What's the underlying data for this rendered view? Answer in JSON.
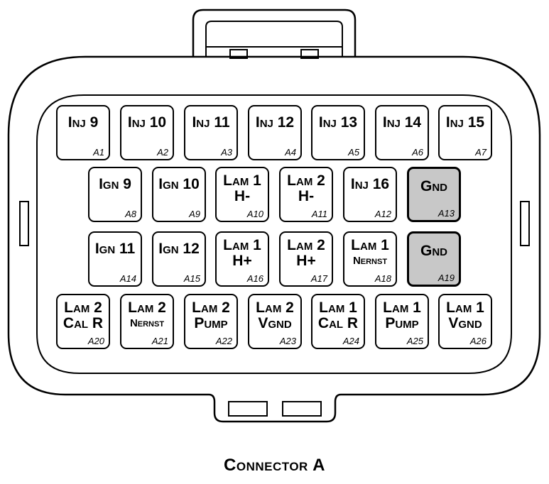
{
  "caption": "Connector A",
  "pins": [
    {
      "id": "A1",
      "line1": "Inj 9",
      "line2": "",
      "style": "normal"
    },
    {
      "id": "A2",
      "line1": "Inj 10",
      "line2": "",
      "style": "normal"
    },
    {
      "id": "A3",
      "line1": "Inj 11",
      "line2": "",
      "style": "normal"
    },
    {
      "id": "A4",
      "line1": "Inj 12",
      "line2": "",
      "style": "normal"
    },
    {
      "id": "A5",
      "line1": "Inj 13",
      "line2": "",
      "style": "normal"
    },
    {
      "id": "A6",
      "line1": "Inj 14",
      "line2": "",
      "style": "normal"
    },
    {
      "id": "A7",
      "line1": "Inj 15",
      "line2": "",
      "style": "normal"
    },
    {
      "id": "A8",
      "line1": "Ign 9",
      "line2": "",
      "style": "normal"
    },
    {
      "id": "A9",
      "line1": "Ign 10",
      "line2": "",
      "style": "normal"
    },
    {
      "id": "A10",
      "line1": "Lam 1",
      "line2": "H-",
      "style": "normal"
    },
    {
      "id": "A11",
      "line1": "Lam 2",
      "line2": "H-",
      "style": "normal"
    },
    {
      "id": "A12",
      "line1": "Inj 16",
      "line2": "",
      "style": "normal"
    },
    {
      "id": "A13",
      "line1": "Gnd",
      "line2": "",
      "style": "gnd"
    },
    {
      "id": "A14",
      "line1": "Ign 11",
      "line2": "",
      "style": "normal"
    },
    {
      "id": "A15",
      "line1": "Ign 12",
      "line2": "",
      "style": "normal"
    },
    {
      "id": "A16",
      "line1": "Lam 1",
      "line2": "H+",
      "style": "normal"
    },
    {
      "id": "A17",
      "line1": "Lam 2",
      "line2": "H+",
      "style": "normal"
    },
    {
      "id": "A18",
      "line1": "Lam 1",
      "line2": "Nernst",
      "style": "normal"
    },
    {
      "id": "A19",
      "line1": "Gnd",
      "line2": "",
      "style": "gnd"
    },
    {
      "id": "A20",
      "line1": "Lam 2",
      "line2": "Cal R",
      "style": "normal"
    },
    {
      "id": "A21",
      "line1": "Lam 2",
      "line2": "Nernst",
      "style": "normal"
    },
    {
      "id": "A22",
      "line1": "Lam 2",
      "line2": "Pump",
      "style": "normal"
    },
    {
      "id": "A23",
      "line1": "Lam 2",
      "line2": "Vgnd",
      "style": "normal"
    },
    {
      "id": "A24",
      "line1": "Lam 1",
      "line2": "Cal R",
      "style": "normal"
    },
    {
      "id": "A25",
      "line1": "Lam 1",
      "line2": "Pump",
      "style": "normal"
    },
    {
      "id": "A26",
      "line1": "Lam 1",
      "line2": "Vgnd",
      "style": "normal"
    }
  ]
}
